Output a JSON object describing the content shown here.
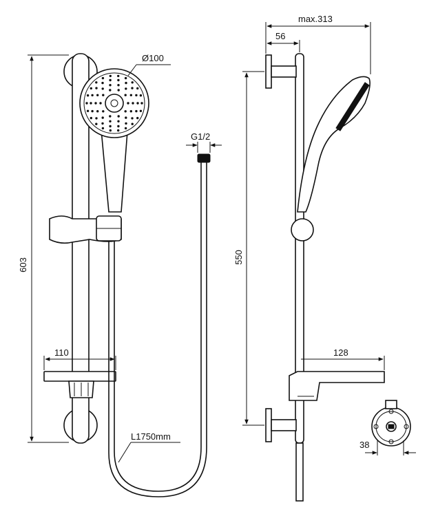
{
  "dimensions": {
    "head_diameter": "Ø100",
    "thread": "G1/2",
    "total_height": "603",
    "soap_dish_width_front": "110",
    "hose_length": "L1750mm",
    "max_projection": "max.313",
    "wall_offset": "56",
    "bracket_spacing": "550",
    "soap_dish_width_side": "128",
    "bracket_diameter": "38"
  }
}
